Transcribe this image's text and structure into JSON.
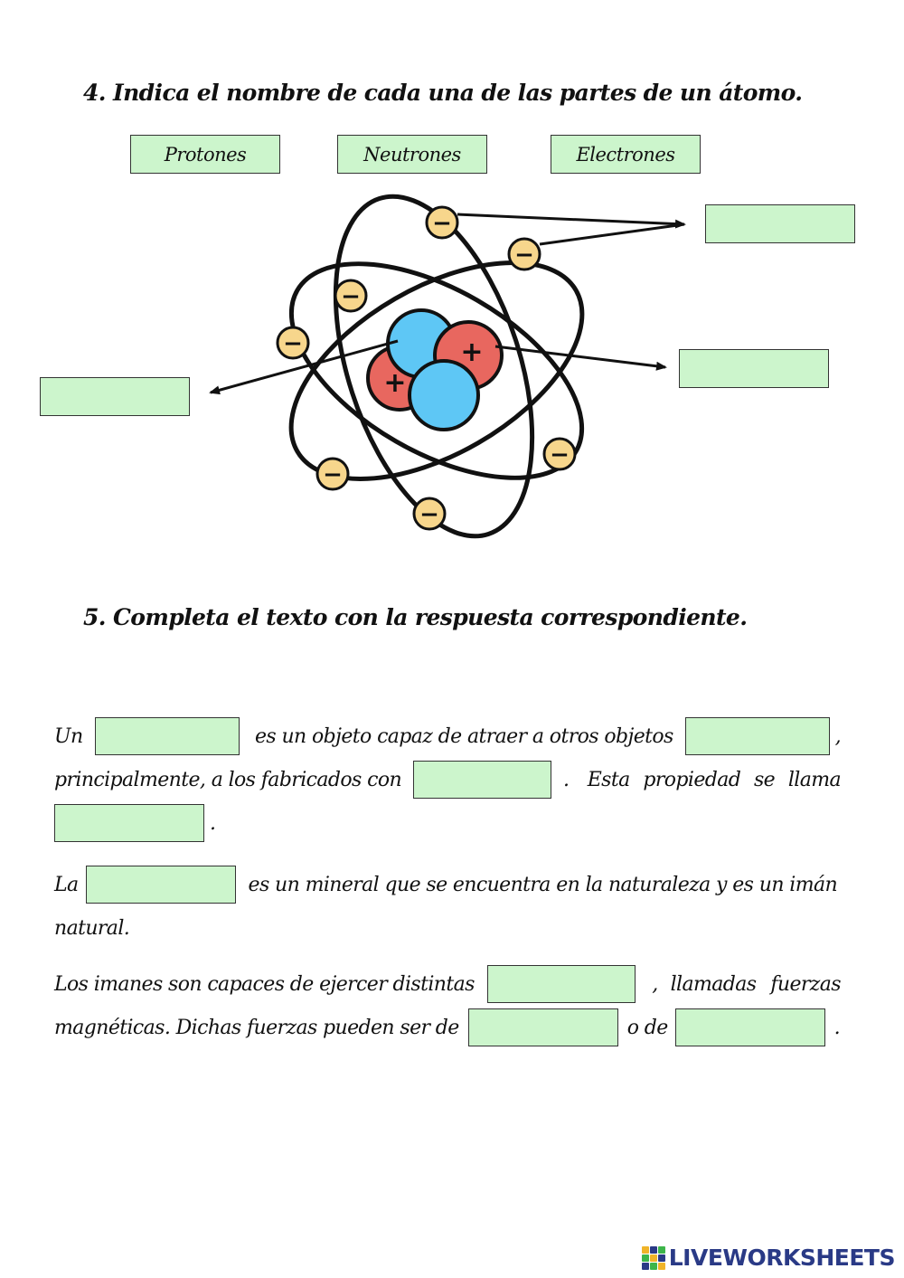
{
  "q4": {
    "title": "4.  Indica el nombre de cada una de las partes de un átomo.",
    "word_bank": [
      "Protones",
      "Neutrones",
      "Electrones"
    ]
  },
  "q5": {
    "title": "5.  Completa el texto con la respuesta correspondiente.",
    "p1": {
      "w1": "Un",
      "w2": "es un objeto capaz de atraer a otros objetos",
      "w3": ",",
      "w4": "principalmente, a los fabricados con",
      "w5": ".",
      "w6": "Esta",
      "w7": "propiedad",
      "w8": "se",
      "w9": "llama",
      "w10": "."
    },
    "p2": {
      "w1": "La",
      "w2": "es un mineral que se encuentra en la naturaleza y es un imán",
      "w3": "natural."
    },
    "p3": {
      "w1": "Los imanes son capaces de ejercer distintas",
      "w2": ",",
      "w3": "llamadas",
      "w4": "fuerzas",
      "w5": "magnéticas. Dichas fuerzas pueden ser de",
      "w6": "o de",
      "w7": "."
    }
  },
  "atom_signs": {
    "minus": "−",
    "plus": "+"
  },
  "colors": {
    "answer_box": "#ccf5cc",
    "proton": "#e8675f",
    "neutron": "#5ec7f5",
    "electron": "#f7d68c"
  },
  "brand": {
    "name": "LIVEWORKSHEETS"
  }
}
